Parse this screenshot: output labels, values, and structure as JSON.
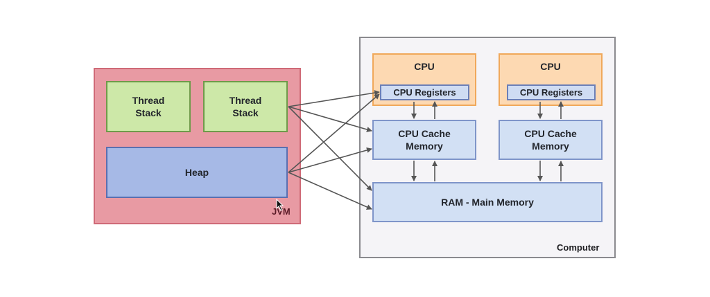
{
  "jvm": {
    "label": "JVM",
    "thread_stacks": [
      "Thread\nStack",
      "Thread\nStack"
    ],
    "heap": "Heap"
  },
  "computer": {
    "label": "Computer",
    "cpus": [
      {
        "label": "CPU",
        "registers": "CPU Registers",
        "cache": "CPU Cache\nMemory"
      },
      {
        "label": "CPU",
        "registers": "CPU Registers",
        "cache": "CPU Cache\nMemory"
      }
    ],
    "ram": "RAM - Main Memory"
  },
  "connections": [
    {
      "from": "thread-stack-2",
      "to": "cpu-registers-1"
    },
    {
      "from": "thread-stack-2",
      "to": "cpu-cache-1"
    },
    {
      "from": "thread-stack-2",
      "to": "ram"
    },
    {
      "from": "heap",
      "to": "cpu-registers-1"
    },
    {
      "from": "heap",
      "to": "cpu-cache-1"
    },
    {
      "from": "heap",
      "to": "ram"
    }
  ],
  "colors": {
    "jvm": "#e89aa3",
    "thread_stack": "#cde8a8",
    "heap": "#a6b9e6",
    "cpu": "#fdd9b2",
    "memory": "#d2e0f4",
    "arrow": "#555555"
  }
}
